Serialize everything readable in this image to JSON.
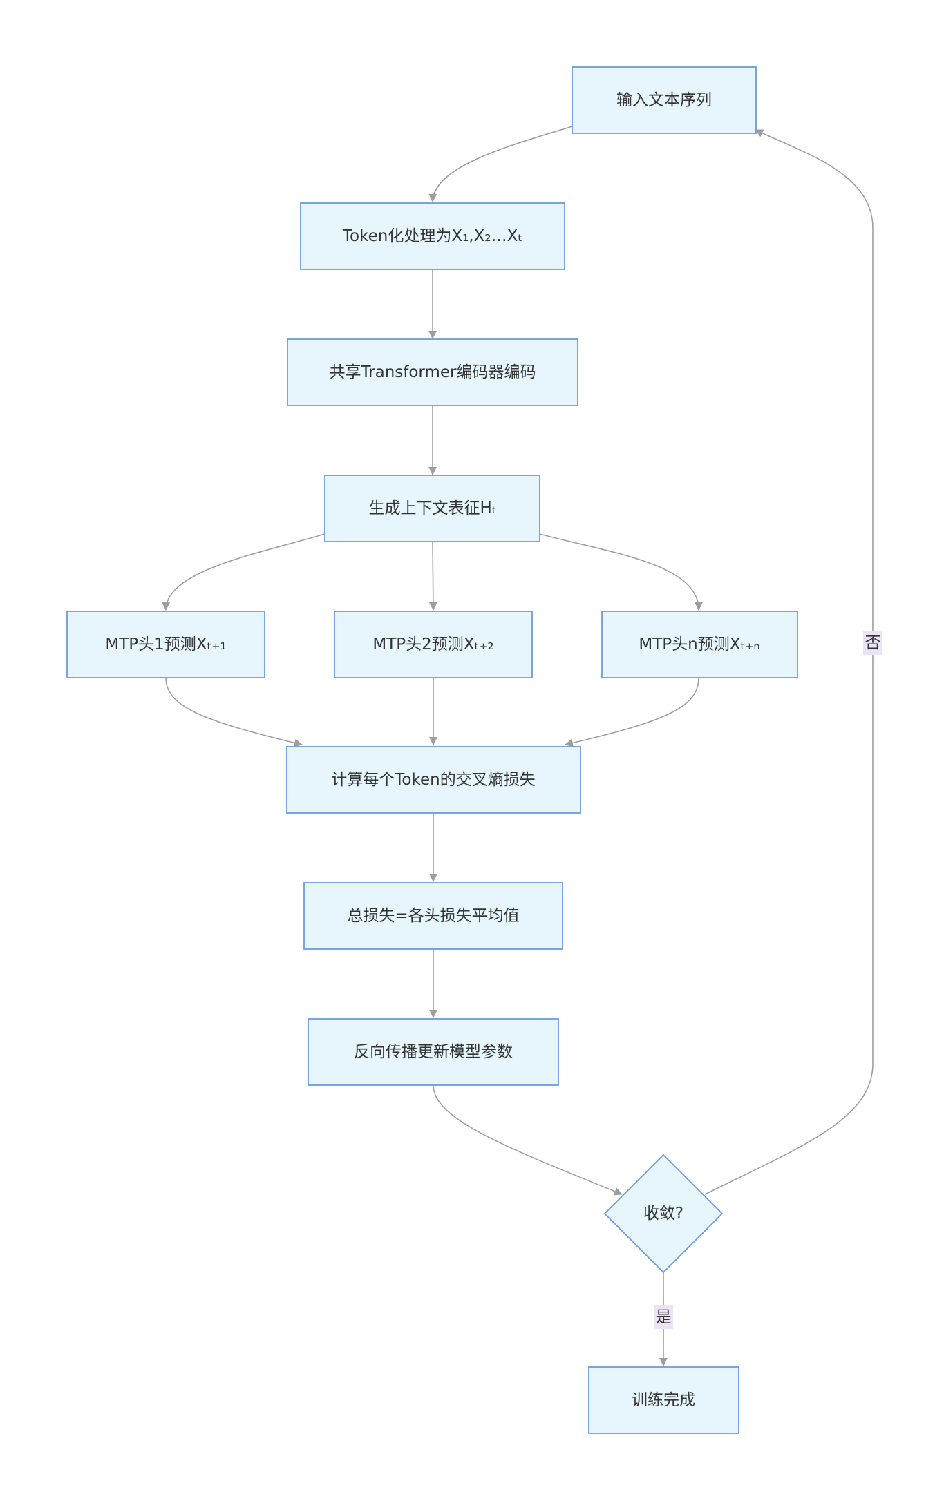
{
  "diagram": {
    "nodes": {
      "input": "输入文本序列",
      "tokenize": "Token化处理为X₁,X₂…Xₜ",
      "encoder": "共享Transformer编码器编码",
      "context": "生成上下文表征Hₜ",
      "head1": "MTP头1预测Xₜ₊₁",
      "head2": "MTP头2预测Xₜ₊₂",
      "headn": "MTP头n预测Xₜ₊ₙ",
      "loss": "计算每个Token的交叉熵损失",
      "total_loss": "总损失=各头损失平均值",
      "backprop": "反向传播更新模型参数",
      "converged": "收敛?",
      "done": "训练完成"
    },
    "edge_labels": {
      "no": "否",
      "yes": "是"
    },
    "colors": {
      "node_fill": "#e6f6fc",
      "node_stroke": "#6d9ae0",
      "edge": "#9e9e9e",
      "label_bg": "#ece4f4"
    }
  }
}
